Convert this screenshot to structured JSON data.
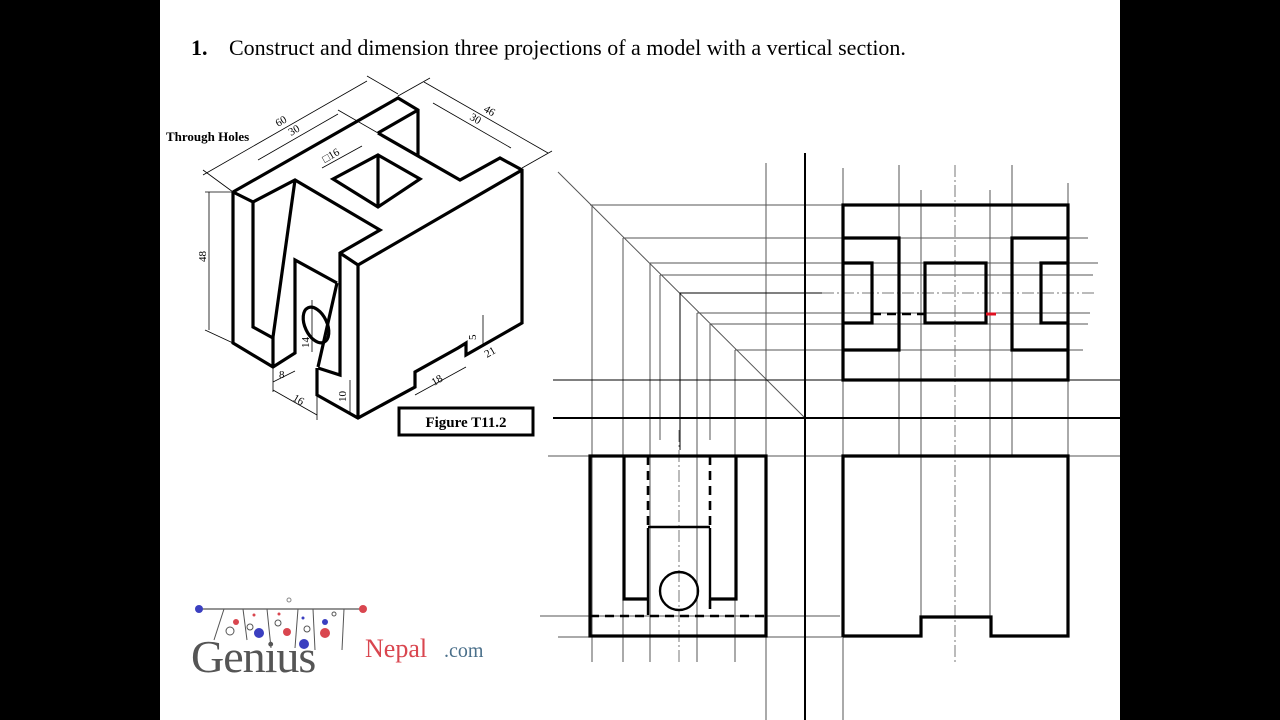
{
  "question": {
    "number": "1.",
    "text": "Construct and dimension three projections of a model with a vertical section."
  },
  "isometric": {
    "note": "Through Holes",
    "figure_label": "Figure T11.2",
    "dimensions": {
      "length_total": "60",
      "length_half": "30",
      "depth_total": "46",
      "depth_inner": "30",
      "square_hole": "□16",
      "height": "48",
      "hole_height": "14",
      "slot_depth": "5",
      "slot_offset": "21",
      "slot_width": "18",
      "leg_8": "8",
      "leg_16": "16",
      "base_10": "10"
    }
  },
  "logo": {
    "word1": "Genius",
    "word2": "Nepal",
    "word3": ".com",
    "colors": {
      "red": "#d9464f",
      "blue": "#3b3fc0",
      "grey": "#555555",
      "teal": "#4a6f8a"
    }
  },
  "colors": {
    "ink": "#000000",
    "highlight": "#e01020"
  }
}
